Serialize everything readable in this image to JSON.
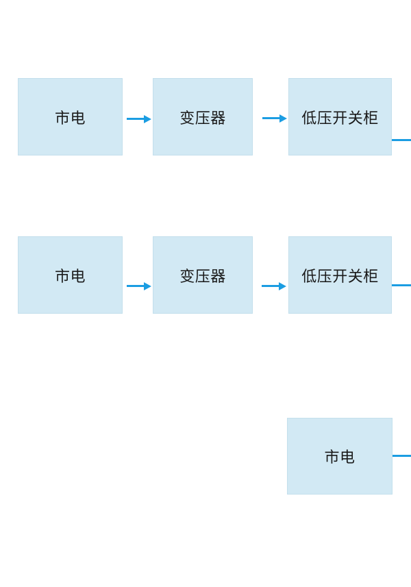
{
  "theme": {
    "background": "#ffffff",
    "node_fill": "#d2e9f4",
    "node_border": "#c3dfec",
    "arrow_color": "#1b9de2",
    "text_color": "#1a1a1a"
  },
  "diagram": {
    "type": "flowchart",
    "description": "power-supply-flow",
    "rows": [
      {
        "name": "power-path-1",
        "nodes": [
          {
            "label": "市电"
          },
          {
            "label": "变压器"
          },
          {
            "label": "低压开关柜"
          }
        ],
        "connectors": [
          {
            "type": "arrow-right",
            "from": "市电",
            "to": "变压器"
          },
          {
            "type": "arrow-right",
            "from": "变压器",
            "to": "低压开关柜"
          },
          {
            "type": "line-exit-right",
            "from": "低压开关柜",
            "to": "(off-screen)"
          }
        ]
      },
      {
        "name": "power-path-2",
        "nodes": [
          {
            "label": "市电"
          },
          {
            "label": "变压器"
          },
          {
            "label": "低压开关柜"
          }
        ],
        "connectors": [
          {
            "type": "arrow-right",
            "from": "市电",
            "to": "变压器"
          },
          {
            "type": "arrow-right",
            "from": "变压器",
            "to": "低压开关柜"
          },
          {
            "type": "line-exit-right",
            "from": "低压开关柜",
            "to": "(off-screen)"
          }
        ]
      },
      {
        "name": "power-path-3",
        "nodes": [
          {
            "label": "市电"
          }
        ],
        "connectors": [
          {
            "type": "line-exit-right",
            "from": "市电",
            "to": "(off-screen)"
          }
        ]
      }
    ]
  }
}
